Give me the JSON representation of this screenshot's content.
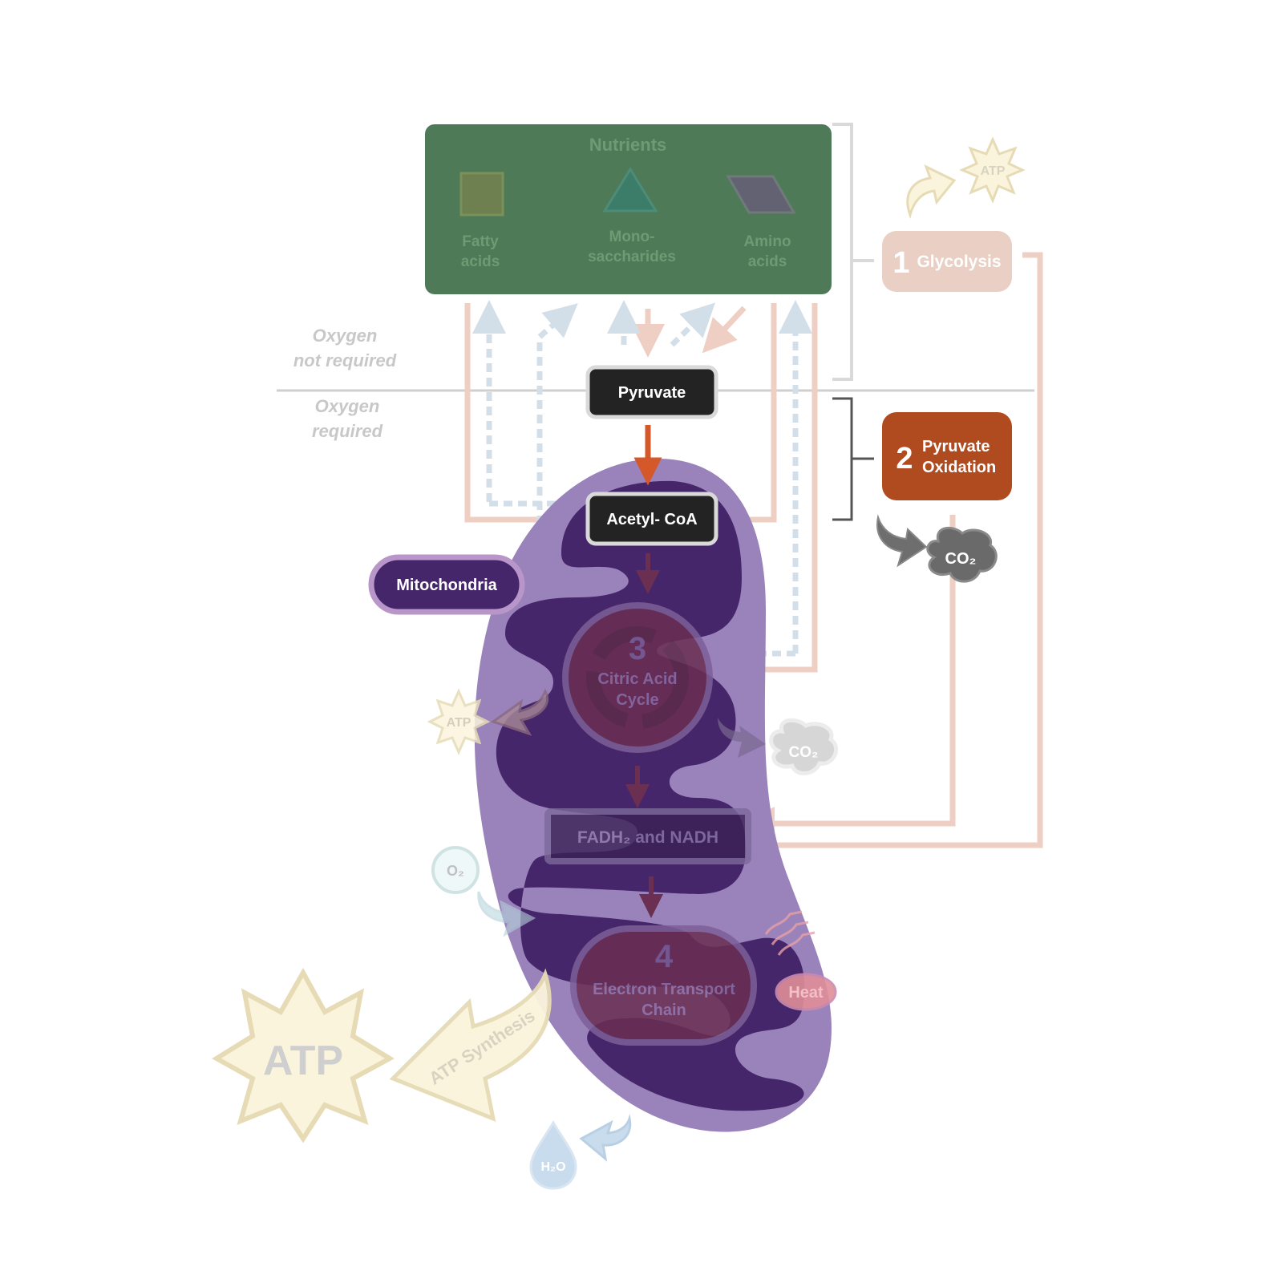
{
  "nutrients": {
    "title": "Nutrients",
    "items": [
      {
        "line1": "Fatty",
        "line2": "acids",
        "shape": "square",
        "color": "#6e8050"
      },
      {
        "line1": "Mono-",
        "line2": "saccharides",
        "shape": "triangle",
        "color": "#3c7d6a"
      },
      {
        "line1": "Amino",
        "line2": "acids",
        "shape": "parallelogram",
        "color": "#636272"
      }
    ],
    "color": "#4f7a57"
  },
  "oxygen_zones": {
    "above": {
      "line1": "Oxygen",
      "line2": "not required"
    },
    "below": {
      "line1": "Oxygen",
      "line2": "required"
    }
  },
  "molecules": {
    "pyruvate": "Pyruvate",
    "acetyl_coa": "Acetyl- CoA",
    "fadh_nadh": "FADH₂ and NADH"
  },
  "stages": [
    {
      "number": "1",
      "label": "Glycolysis",
      "color": "#e9cfc4"
    },
    {
      "number": "2",
      "line1": "Pyruvate",
      "line2": "Oxidation",
      "color": "#b04b20"
    },
    {
      "number": "3",
      "line1": "Citric Acid",
      "line2": "Cycle"
    },
    {
      "number": "4",
      "line1": "Electron Transport",
      "line2": "Chain"
    }
  ],
  "organelle_label": "Mitochondria",
  "products": {
    "atp_small": "ATP",
    "atp_cycle": "ATP",
    "atp_large": "ATP",
    "atp_synthesis": "ATP Synthesis",
    "co2_oxidation": "CO₂",
    "co2_cycle": "CO₂",
    "o2": "O₂",
    "h2o": "H₂O",
    "heat": "Heat"
  },
  "colors": {
    "mito_outer": "#9a82bb",
    "mito_inner": "#45266a",
    "salmon_arrow": "#efcfc4",
    "dotted_arrow": "#d3dfe8",
    "orange_arrow": "#d4582a",
    "atp_fill": "#fbf4dc",
    "atp_stroke": "#e6dbb5"
  }
}
